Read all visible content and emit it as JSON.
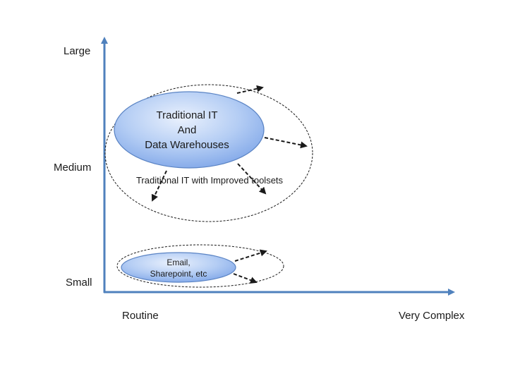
{
  "axes": {
    "y_labels": {
      "top": "Large",
      "middle": "Medium",
      "bottom": "Small"
    },
    "x_labels": {
      "left": "Routine",
      "right": "Very Complex"
    }
  },
  "bubbles": {
    "traditional": {
      "line1": "Traditional IT",
      "line2": "And",
      "line3": "Data Warehouses"
    },
    "email": {
      "line1": "Email,",
      "line2": "Sharepoint, etc"
    }
  },
  "caption": "Traditional IT with Improved toolsets",
  "colors": {
    "axis": "#4f81bd",
    "bubble_light": "#dce8fb",
    "bubble_dark": "#7fa6e8",
    "bubble_stroke": "#5b84c4",
    "dashed": "#1a1a1a"
  }
}
